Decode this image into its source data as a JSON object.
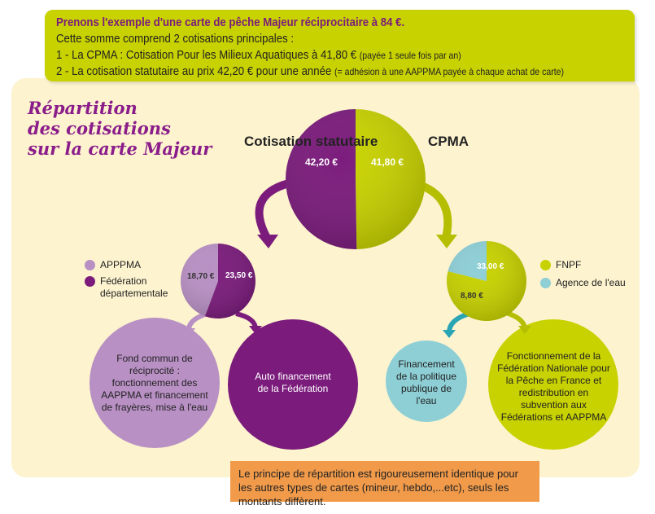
{
  "intro": {
    "headline": "Prenons l'exemple d'une carte de pêche Majeur réciprocitaire à 84 €.",
    "line1": "Cette somme comprend 2 cotisations principales :",
    "line2": "1 - La CPMA : Cotisation Pour les Milieux Aquatiques à 41,80 €",
    "line2_note": "(payée 1 seule fois par an)",
    "line3": "2 - La cotisation statutaire au prix 42,20 € pour une année",
    "line3_note": "(= adhésion à une AAPPMA payée à chaque achat de carte)"
  },
  "title": [
    "Répartition",
    "des cotisations",
    "sur la carte Majeur"
  ],
  "main_pie": {
    "left_label": "Cotisation statutaire",
    "right_label": "CPMA",
    "left_value": "42,20 €",
    "right_value": "41,80 €",
    "left_amount": 42.2,
    "right_amount": 41.8
  },
  "left_pie": {
    "apppma_value": "18,70 €",
    "federation_value": "23,50 €",
    "apppma_amount": 18.7,
    "federation_amount": 23.5,
    "legend": [
      "APPPMA",
      "Fédération départementale"
    ]
  },
  "right_pie": {
    "fnpf_value": "33,00 €",
    "agence_value": "8,80 €",
    "fnpf_amount": 33.0,
    "agence_amount": 8.8,
    "legend": [
      "FNPF",
      "Agence de l'eau"
    ]
  },
  "outcomes": {
    "fond_commun": "Fond commun de réciprocité : fonctionnement des AAPPMA et financement de frayères, mise à l'eau",
    "auto_financement": "Auto financement de la Fédération",
    "politique_eau": "Financement de la politique publique de l'eau",
    "fnpf": "Fonctionnement de la Fédération Nationale pour la Pêche en France et redistribution en subvention aux Fédérations et AAPPMA"
  },
  "note": "Le principe de répartition est rigoureusement identique pour les autres types de cartes (mineur, hebdo,...etc), seuls les montants diffèrent.",
  "colors": {
    "lime": "#c8d200",
    "purple": "#7b1c7c",
    "lavender": "#b890c4",
    "teal": "#8ecfd6",
    "cream": "#fdf3cf",
    "orange": "#f09a4a"
  }
}
